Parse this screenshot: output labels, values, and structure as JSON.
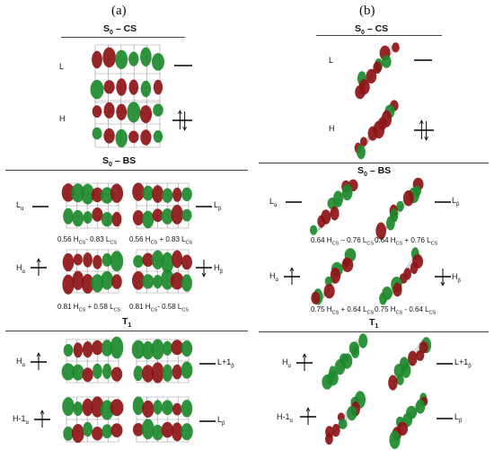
{
  "panels": [
    {
      "label": "(a)"
    },
    {
      "label": "(b)"
    }
  ],
  "sections": {
    "s0cs": {
      "main": "S",
      "sub": "0",
      "rest": " – CS"
    },
    "s0bs": {
      "main": "S",
      "sub": "0",
      "rest": " – BS"
    },
    "t1": {
      "main": "T",
      "sub": "1"
    }
  },
  "a": {
    "cs": {
      "L": "L",
      "H": "H"
    },
    "bs": {
      "La": {
        "main": "L",
        "sub": "α"
      },
      "Lb": {
        "main": "L",
        "sub": "β"
      },
      "Ha": {
        "main": "H",
        "sub": "α"
      },
      "Hb": {
        "main": "H",
        "sub": "β"
      },
      "c1": {
        "t1": "0.56 H",
        "s1": "CS",
        "t2": "- 0.83 L",
        "s2": "CS"
      },
      "c2": {
        "t1": "0.56 H",
        "s1": "CS",
        "t2": " + 0.83 L",
        "s2": "CS"
      },
      "c3": {
        "t1": "0.81 H",
        "s1": "CS",
        "t2": " + 0.58 L",
        "s2": "CS"
      },
      "c4": {
        "t1": "0.81 H",
        "s1": "CS",
        "t2": "- 0.58 L",
        "s2": "CS"
      }
    },
    "t1": {
      "Ha": {
        "main": "H",
        "sub": "α"
      },
      "H1a": {
        "main": "H-1",
        "sub": "α"
      },
      "L1b": {
        "main": "L+1",
        "sub": "β"
      },
      "Lb": {
        "main": "L",
        "sub": "β"
      }
    }
  },
  "b": {
    "cs": {
      "L": "L",
      "H": "H"
    },
    "bs": {
      "La": {
        "main": "L",
        "sub": "α"
      },
      "Lb": {
        "main": "L",
        "sub": "β"
      },
      "Ha": {
        "main": "H",
        "sub": "α"
      },
      "Hb": {
        "main": "H",
        "sub": "β"
      },
      "c1": {
        "t1": "0.64 H",
        "s1": "CS",
        "t2": " – 0.76 L",
        "s2": "CS"
      },
      "c2": {
        "t1": "0.64 H",
        "s1": "CS",
        "t2": " + 0.76 L",
        "s2": "CS"
      },
      "c3": {
        "t1": "0.75 H",
        "s1": "CS",
        "t2": " + 0.64 L",
        "s2": "CS"
      },
      "c4": {
        "t1": "0.75 H",
        "s1": "CS",
        "t2": " - 0.64 L",
        "s2": "CS"
      }
    },
    "t1": {
      "Ha": {
        "main": "H",
        "sub": "α"
      },
      "H1a": {
        "main": "H-1",
        "sub": "α"
      },
      "L1b": {
        "main": "L+1",
        "sub": "β"
      },
      "Lb": {
        "main": "L",
        "sub": "β"
      }
    }
  },
  "colors": {
    "lobe_red": "#8e1417",
    "lobe_green": "#1d8a2c",
    "frame": "#9a9a9a"
  }
}
